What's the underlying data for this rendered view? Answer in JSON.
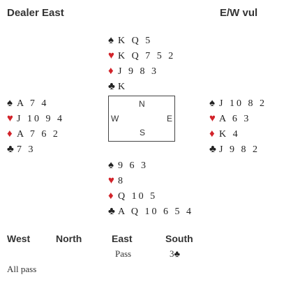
{
  "header": {
    "dealer": "Dealer East",
    "vulnerability": "E/W vul"
  },
  "hands": {
    "north": [
      {
        "suit": "♠",
        "color": "black",
        "cards": "K Q 5"
      },
      {
        "suit": "♥",
        "color": "red",
        "cards": "K Q 7 5 2"
      },
      {
        "suit": "♦",
        "color": "red",
        "cards": "J 9 8 3"
      },
      {
        "suit": "♣",
        "color": "black",
        "cards": "K"
      }
    ],
    "west": [
      {
        "suit": "♠",
        "color": "black",
        "cards": "A 7 4"
      },
      {
        "suit": "♥",
        "color": "red",
        "cards": "J 10 9 4"
      },
      {
        "suit": "♦",
        "color": "red",
        "cards": "A 7 6 2"
      },
      {
        "suit": "♣",
        "color": "black",
        "cards": "7 3"
      }
    ],
    "east": [
      {
        "suit": "♠",
        "color": "black",
        "cards": "J 10 8 2"
      },
      {
        "suit": "♥",
        "color": "red",
        "cards": "A 6 3"
      },
      {
        "suit": "♦",
        "color": "red",
        "cards": "K 4"
      },
      {
        "suit": "♣",
        "color": "black",
        "cards": "J 9 8 2"
      }
    ],
    "south": [
      {
        "suit": "♠",
        "color": "black",
        "cards": "9 6 3"
      },
      {
        "suit": "♥",
        "color": "red",
        "cards": "8"
      },
      {
        "suit": "♦",
        "color": "red",
        "cards": "Q 10 5"
      },
      {
        "suit": "♣",
        "color": "black",
        "cards": "A Q 10 6 5 4"
      }
    ]
  },
  "compass": {
    "n": "N",
    "w": "W",
    "e": "E",
    "s": "S"
  },
  "bidding": {
    "headers": [
      "West",
      "North",
      "East",
      "South"
    ],
    "east_bid": "Pass",
    "south_bid_level": "3",
    "south_bid_suit": "♣",
    "footer": "All pass"
  },
  "colors": {
    "red": "#d2232a",
    "black": "#222222"
  }
}
